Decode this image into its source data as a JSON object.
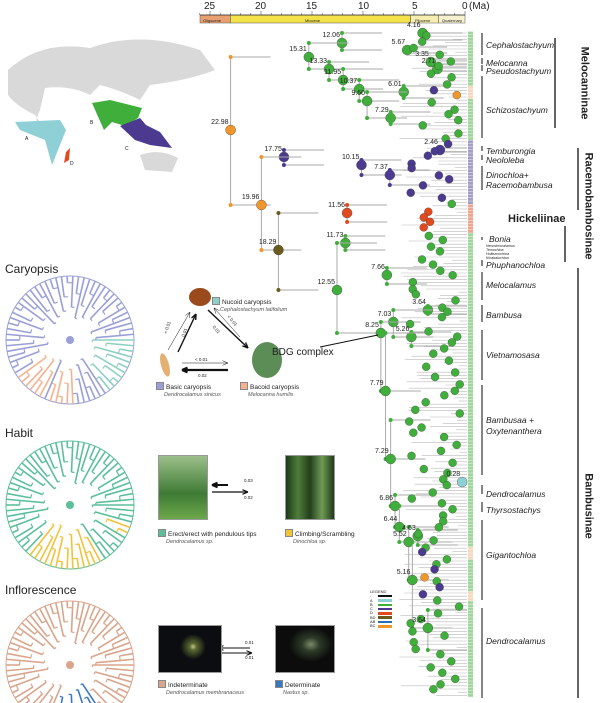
{
  "time_axis": {
    "ticks": [
      "25",
      "20",
      "15",
      "10",
      "5",
      "0"
    ],
    "unit": "(Ma)",
    "epochs": [
      {
        "name": "Oligocene",
        "color": "#e8a070"
      },
      {
        "name": "Miocene",
        "color": "#f3e14a"
      },
      {
        "name": "Pliocene",
        "color": "#f6eeb0"
      },
      {
        "name": "Quaternary",
        "color": "#f8f1cf"
      }
    ]
  },
  "map": {
    "regions": [
      {
        "label": "A",
        "color": "#8fd0d6"
      },
      {
        "label": "B",
        "color": "#3fae3a"
      },
      {
        "label": "C",
        "color": "#4b3a8f"
      },
      {
        "label": "D",
        "color": "#e04a1f"
      }
    ]
  },
  "node_ages": [
    "4.16",
    "12.06",
    "5.67",
    "15.31",
    "3.35",
    "2.71",
    "13.33",
    "11.95",
    "10.37",
    "6.01",
    "9.60",
    "7.29",
    "22.98",
    "2.46",
    "17.75",
    "10.15",
    "7.37",
    "11.56",
    "19.96",
    "18.29",
    "11.73",
    "7.66",
    "12.55",
    "3.64",
    "7.03",
    "8.25",
    "5.26",
    "7.79",
    "7.29",
    "0.28",
    "6.86",
    "6.44",
    "4.63",
    "5.52",
    "5.16",
    "3.64"
  ],
  "clades": [
    "Cephalostachyum",
    "Melocanna",
    "Pseudostachyum",
    "Schizostachyum",
    "Temburongia",
    "Neololeba",
    "Dinochloa+",
    "Racemobambusa",
    "Bonia",
    "Phuphanochloa",
    "Melocalamus",
    "Bambusa",
    "Vietnamosasa",
    "Bambusaa  +",
    "Oxytenanthera",
    "Dendrocalamus",
    "Thyrsostachys",
    "Gigantochloa",
    "Dendrocalamus"
  ],
  "small_clades": [
    "Neomicrocalamus",
    "Temochloa",
    "Holttumochloa",
    "Kinabaluchloa"
  ],
  "subtribes": [
    "Melocanninae",
    "Racemobambosinae",
    "Hickeliinae",
    "Bambusinae"
  ],
  "bdg_label": "BDG  complex",
  "legend": {
    "title": "LEGEND",
    "items": [
      {
        "label": "-",
        "color": "#111111"
      },
      {
        "label": "A",
        "color": "#8fd0d6"
      },
      {
        "label": "B",
        "color": "#3fae3a"
      },
      {
        "label": "C",
        "color": "#4b3a8f"
      },
      {
        "label": "D",
        "color": "#e04a1f"
      },
      {
        "label": "BD",
        "color": "#6b5a1e"
      },
      {
        "label": "AB",
        "color": "#2a6fb0"
      },
      {
        "label": "BC",
        "color": "#f0962a"
      }
    ]
  },
  "panels": {
    "caryopsis": {
      "title": "Caryopsis",
      "states": [
        {
          "name": "Nucoid caryopsis",
          "species": "Cephalostachyum latifolium",
          "color": "#8fd0c4"
        },
        {
          "name": "Basic caryopsis",
          "species": "Dendrocalamus sinicus",
          "color": "#9aa0d6"
        },
        {
          "name": "Bacoid caryopsis",
          "species": "Melocanna humilis",
          "color": "#f6b28e"
        }
      ],
      "rates": [
        "< 0.01",
        "0.01",
        "0.01",
        "< 0.01",
        "< 0.01",
        "0.02"
      ]
    },
    "habit": {
      "title": "Habit",
      "states": [
        {
          "name": "Erect/erect with pendulous tips",
          "species": "Dendrocalamus sp.",
          "color": "#5bbf9a"
        },
        {
          "name": "Climbing/Scrambling",
          "species": "Dinochloa sp.",
          "color": "#f3c23b"
        }
      ],
      "rates": [
        "0.03",
        "0.02"
      ]
    },
    "inflorescence": {
      "title": "Inflorescence",
      "states": [
        {
          "name": "Indeterminate",
          "species": "Dendrocalamus membranaceus",
          "color": "#d9a58c"
        },
        {
          "name": "Determinate",
          "species": "Nastus sp.",
          "color": "#3a78c2"
        }
      ],
      "rates": [
        "0.01",
        "0.01"
      ]
    }
  }
}
